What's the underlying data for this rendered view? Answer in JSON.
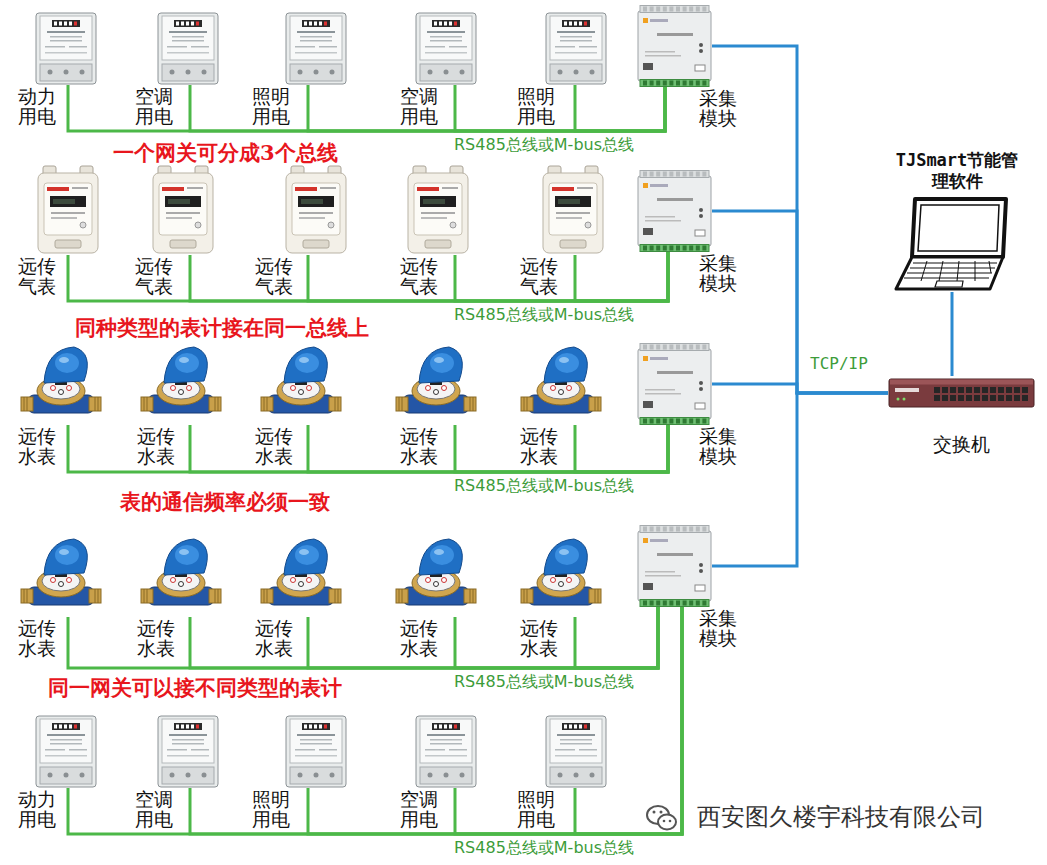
{
  "diagram": {
    "nodes": [
      {
        "text": [
          "动力用电"
        ]
      },
      {
        "text": [
          "空调用电"
        ]
      },
      {
        "text": [
          "照明用电"
        ]
      },
      {
        "text": [
          "空调用电"
        ]
      },
      {
        "text": [
          "照明用电"
        ]
      },
      {
        "text": [
          "采集模块"
        ]
      },
      {
        "text": [
          "TJSmart节能管理软件"
        ]
      },
      {
        "text": [
          "远传气表"
        ]
      },
      {
        "text": [
          "远传气表"
        ]
      },
      {
        "text": [
          "远传气表"
        ]
      },
      {
        "text": [
          "远传气表"
        ]
      },
      {
        "text": [
          "远传气表"
        ]
      },
      {
        "text": [
          "采集模块"
        ]
      },
      {
        "text": [
          "远传水表"
        ]
      },
      {
        "text": [
          "远传水表"
        ]
      },
      {
        "text": [
          "远传水表"
        ]
      },
      {
        "text": [
          "远传水表"
        ]
      },
      {
        "text": [
          "远传水表"
        ]
      },
      {
        "text": [
          "采集模块"
        ]
      },
      {
        "text": [
          "交换机"
        ]
      },
      {
        "text": [
          "远传水表"
        ]
      },
      {
        "text": [
          "远传水表"
        ]
      },
      {
        "text": [
          "远传水表"
        ]
      },
      {
        "text": [
          "远传水表"
        ]
      },
      {
        "text": [
          "远传水表"
        ]
      },
      {
        "text": [
          "采集模块"
        ]
      },
      {
        "text": [
          "动力用电"
        ]
      },
      {
        "text": [
          "空调用电"
        ]
      },
      {
        "text": [
          "照明用电"
        ]
      },
      {
        "text": [
          "空调用电"
        ]
      },
      {
        "text": [
          "照明用电"
        ]
      }
    ],
    "edges": [
      {
        "from": 0,
        "to": 5,
        "arrow": "none"
      },
      {
        "from": 1,
        "to": 5,
        "arrow": "none"
      },
      {
        "from": 2,
        "to": 5,
        "arrow": "none"
      },
      {
        "from": 3,
        "to": 5,
        "arrow": "none"
      },
      {
        "from": 4,
        "to": 5,
        "arrow": "none",
        "label": "RS485总线或M-bus总线"
      },
      {
        "from": 7,
        "to": 12,
        "arrow": "none"
      },
      {
        "from": 8,
        "to": 12,
        "arrow": "none"
      },
      {
        "from": 9,
        "to": 12,
        "arrow": "none"
      },
      {
        "from": 10,
        "to": 12,
        "arrow": "none"
      },
      {
        "from": 11,
        "to": 12,
        "arrow": "none",
        "label": "RS485总线或M-bus总线"
      },
      {
        "from": 13,
        "to": 18,
        "arrow": "none"
      },
      {
        "from": 14,
        "to": 18,
        "arrow": "none"
      },
      {
        "from": 15,
        "to": 18,
        "arrow": "none"
      },
      {
        "from": 16,
        "to": 18,
        "arrow": "none"
      },
      {
        "from": 17,
        "to": 18,
        "arrow": "none",
        "label": "RS485总线或M-bus总线"
      },
      {
        "from": 20,
        "to": 25,
        "arrow": "none"
      },
      {
        "from": 21,
        "to": 25,
        "arrow": "none"
      },
      {
        "from": 22,
        "to": 25,
        "arrow": "none"
      },
      {
        "from": 23,
        "to": 25,
        "arrow": "none"
      },
      {
        "from": 24,
        "to": 25,
        "arrow": "none",
        "label": "RS485总线或M-bus总线"
      },
      {
        "from": 26,
        "to": 25,
        "arrow": "none"
      },
      {
        "from": 27,
        "to": 25,
        "arrow": "none"
      },
      {
        "from": 28,
        "to": 25,
        "arrow": "none"
      },
      {
        "from": 29,
        "to": 25,
        "arrow": "none"
      },
      {
        "from": 30,
        "to": 25,
        "arrow": "none",
        "label": "RS485总线或M-bus总线"
      },
      {
        "from": 5,
        "to": 19,
        "arrow": "none"
      },
      {
        "from": 12,
        "to": 19,
        "arrow": "none"
      },
      {
        "from": 18,
        "to": 19,
        "arrow": "none",
        "label": "TCP/IP"
      },
      {
        "from": 25,
        "to": 19,
        "arrow": "none"
      },
      {
        "from": 19,
        "to": 6,
        "arrow": "none"
      }
    ],
    "labels": [
      "一个网关可分成3个总线",
      "同种类型的表计接在同一总线上",
      "表的通信频率必须一致",
      "同一网关可以接不同类型的表计",
      "西安图久楼宇科技有限公司"
    ]
  }
}
